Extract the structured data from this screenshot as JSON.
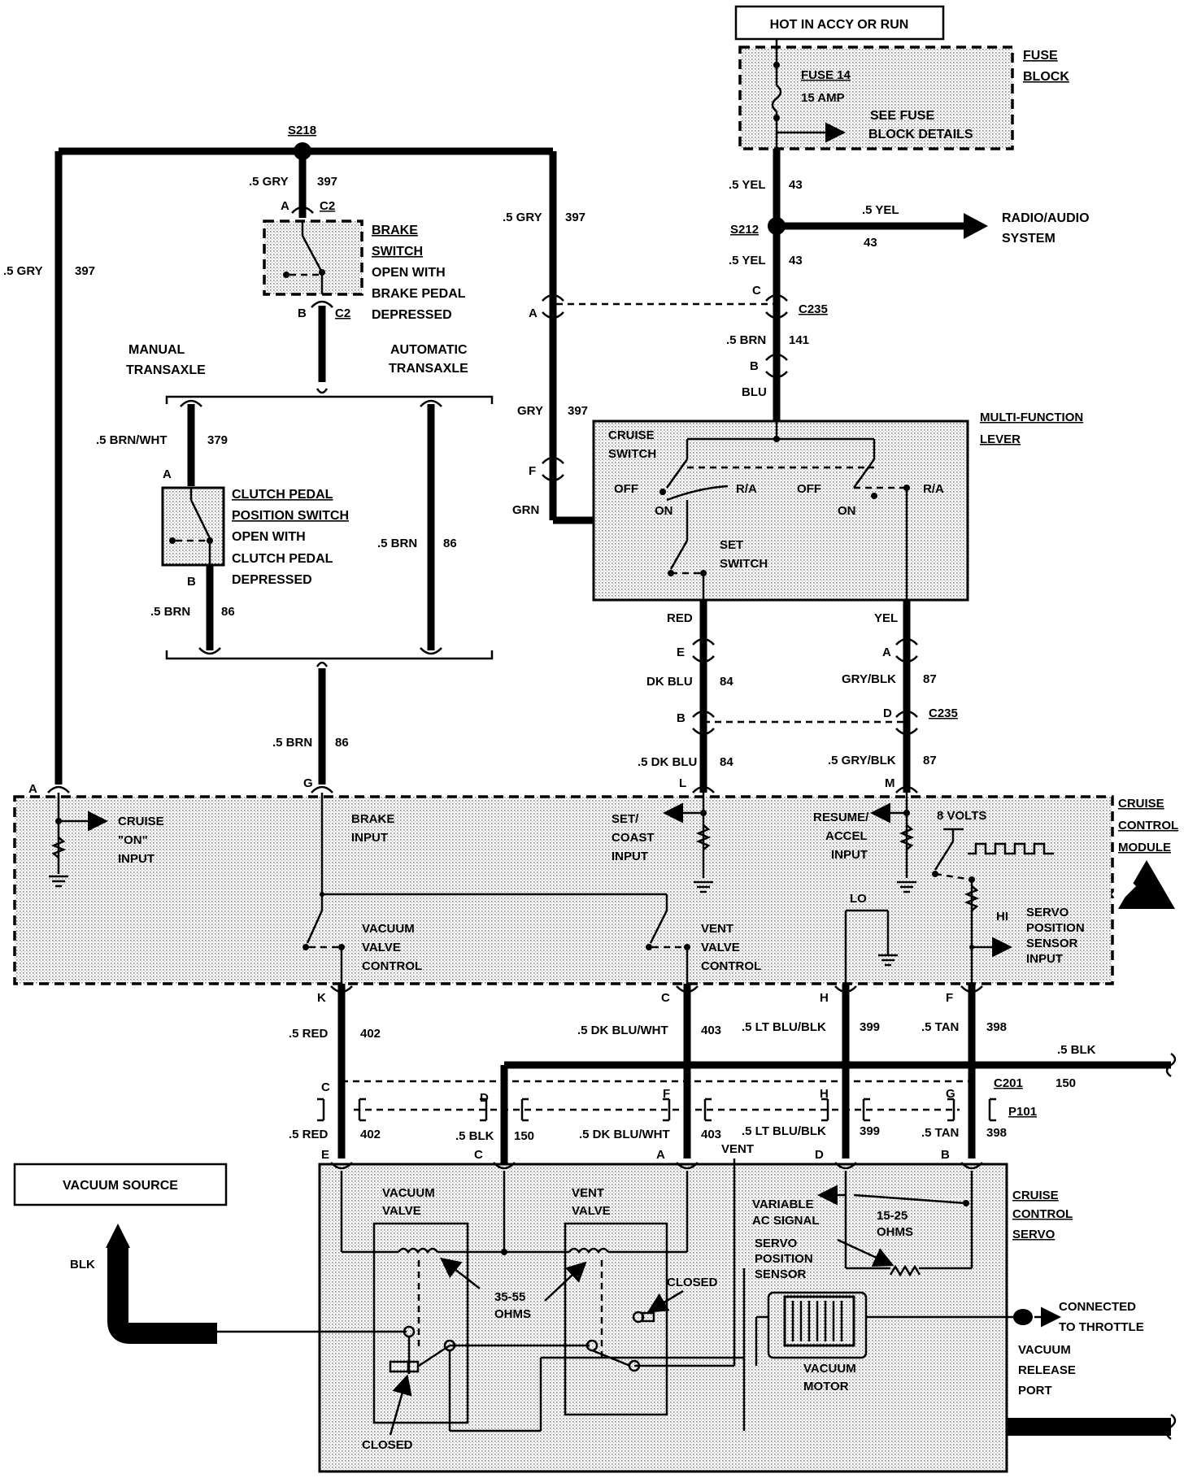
{
  "header": {
    "power_source": "HOT IN ACCY OR RUN"
  },
  "fuse_block": {
    "title_1": "FUSE",
    "title_2": "BLOCK",
    "fuse_name": "FUSE 14",
    "fuse_rating": "15 AMP",
    "see_1": "SEE FUSE",
    "see_2": "BLOCK DETAILS"
  },
  "splices": {
    "s218": "S218",
    "s212": "S212"
  },
  "radio": {
    "line_1": "RADIO/AUDIO",
    "line_2": "SYSTEM",
    "wire_color": ".5 YEL",
    "wire_num": "43"
  },
  "wires": {
    "gry_left_color": ".5 GRY",
    "gry_left_num": "397",
    "gry_s218_color": ".5 GRY",
    "gry_s218_num": "397",
    "gry_right_color": ".5 GRY",
    "gry_right_num": "397",
    "yel_top_color": ".5 YEL",
    "yel_top_num": "43",
    "yel_mid_color": ".5 YEL",
    "yel_mid_num": "43",
    "brn_141_color": ".5 BRN",
    "brn_141_num": "141",
    "blu": "BLU",
    "gry_397_color": "GRY",
    "gry_397_num": "397",
    "grn": "GRN",
    "brnwht_color": ".5 BRN/WHT",
    "brnwht_num": "379",
    "brn86_a_color": ".5 BRN",
    "brn86_a_num": "86",
    "brn86_b_color": ".5 BRN",
    "brn86_b_num": "86",
    "brn86_c_color": ".5 BRN",
    "brn86_c_num": "86",
    "red": "RED",
    "yel": "YEL",
    "dkblu_color": "DK BLU",
    "dkblu_num": "84",
    "grybk_color": "GRY/BLK",
    "grybk_num": "87",
    "dkblu5_color": ".5 DK BLU",
    "dkblu5_num": "84",
    "grybk5_color": ".5 GRY/BLK",
    "grybk5_num": "87",
    "red402_color": ".5 RED",
    "red402_num": "402",
    "dkbluwht_color": ".5 DK BLU/WHT",
    "dkbluwht_num": "403",
    "ltblublk_color": ".5 LT BLU/BLK",
    "ltblublk_num": "399",
    "tan_color": ".5 TAN",
    "tan_num": "398",
    "blk_color": ".5 BLK",
    "blk_num": "150",
    "red402b_color": ".5 RED",
    "red402b_num": "402",
    "blk150b_color": ".5 BLK",
    "blk150b_num": "150",
    "dkbluwhtb_color": ".5 DK BLU/WHT",
    "dkbluwhtb_num": "403",
    "ltblublkb_color": ".5 LT BLU/BLK",
    "ltblublkb_num": "399",
    "tanb_color": ".5 TAN",
    "tanb_num": "398",
    "vent": "VENT",
    "blk": "BLK"
  },
  "connectors": {
    "c2": "C2",
    "c235": "C235",
    "c201": "C201",
    "p101": "P101",
    "pins": {
      "A": "A",
      "B": "B",
      "C": "C",
      "D": "D",
      "E": "E",
      "F": "F",
      "G": "G",
      "H": "H",
      "K": "K",
      "L": "L",
      "M": "M"
    }
  },
  "brake_switch": {
    "title_1": "BRAKE",
    "title_2": "SWITCH",
    "desc_1": "OPEN WITH",
    "desc_2": "BRAKE PEDAL",
    "desc_3": "DEPRESSED"
  },
  "transaxle": {
    "manual_1": "MANUAL",
    "manual_2": "TRANSAXLE",
    "auto_1": "AUTOMATIC",
    "auto_2": "TRANSAXLE"
  },
  "clutch_switch": {
    "title_1": "CLUTCH PEDAL",
    "title_2": "POSITION SWITCH",
    "desc_1": "OPEN WITH",
    "desc_2": "CLUTCH PEDAL",
    "desc_3": "DEPRESSED"
  },
  "mfl": {
    "title_1": "MULTI-FUNCTION",
    "title_2": "LEVER",
    "cruise_1": "CRUISE",
    "cruise_2": "SWITCH",
    "off": "OFF",
    "on": "ON",
    "ra": "R/A",
    "set_1": "SET",
    "set_2": "SWITCH"
  },
  "module": {
    "title_1": "CRUISE",
    "title_2": "CONTROL",
    "title_3": "MODULE",
    "cruise_on_1": "CRUISE",
    "cruise_on_2": "\"ON\"",
    "cruise_on_3": "INPUT",
    "brake_1": "BRAKE",
    "brake_2": "INPUT",
    "set_1": "SET/",
    "set_2": "COAST",
    "set_3": "INPUT",
    "res_1": "RESUME/",
    "res_2": "ACCEL",
    "res_3": "INPUT",
    "volts": "8 VOLTS",
    "vac_1": "VACUUM",
    "vac_2": "VALVE",
    "vac_3": "CONTROL",
    "vent_1": "VENT",
    "vent_2": "VALVE",
    "vent_3": "CONTROL",
    "lo": "LO",
    "hi": "HI",
    "servo_1": "SERVO",
    "servo_2": "POSITION",
    "servo_3": "SENSOR",
    "servo_4": "INPUT"
  },
  "servo": {
    "title_1": "CRUISE",
    "title_2": "CONTROL",
    "title_3": "SERVO",
    "vacuum_valve_1": "VACUUM",
    "vacuum_valve_2": "VALVE",
    "vent_valve_1": "VENT",
    "vent_valve_2": "VALVE",
    "ohms_1": "35-55",
    "ohms_2": "OHMS",
    "closed": "CLOSED",
    "closed_b": "CLOSED",
    "var_1": "VARIABLE",
    "var_2": "AC SIGNAL",
    "res_1": "15-25",
    "res_2": "OHMS",
    "sps_1": "SERVO",
    "sps_2": "POSITION",
    "sps_3": "SENSOR",
    "motor_1": "VACUUM",
    "motor_2": "MOTOR",
    "conn_1": "CONNECTED",
    "conn_2": "TO THROTTLE",
    "rel_1": "VACUUM",
    "rel_2": "RELEASE",
    "rel_3": "PORT"
  },
  "vacuum_source": "VACUUM SOURCE"
}
